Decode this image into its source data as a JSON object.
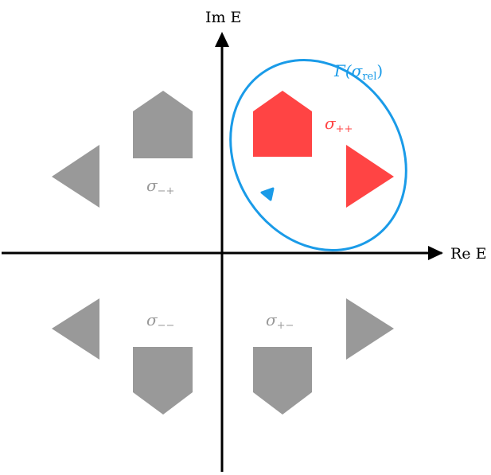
{
  "axes": {
    "x_label": "Re E",
    "y_label": "Im E"
  },
  "contour": {
    "label_main": "Γ(σ",
    "label_sub": "rel",
    "label_close": ")",
    "color": "#1a9be8"
  },
  "sectors": {
    "pp": {
      "symbol": "σ",
      "subscript": "++",
      "color": "#ff4444"
    },
    "mp": {
      "symbol": "σ",
      "subscript": "−+",
      "color": "#999999"
    },
    "mm": {
      "symbol": "σ",
      "subscript": "−−",
      "color": "#999999"
    },
    "pm": {
      "symbol": "σ",
      "subscript": "+−",
      "color": "#999999"
    }
  },
  "shapes": {
    "highlight_color": "#ff4444",
    "muted_color": "#999999"
  }
}
